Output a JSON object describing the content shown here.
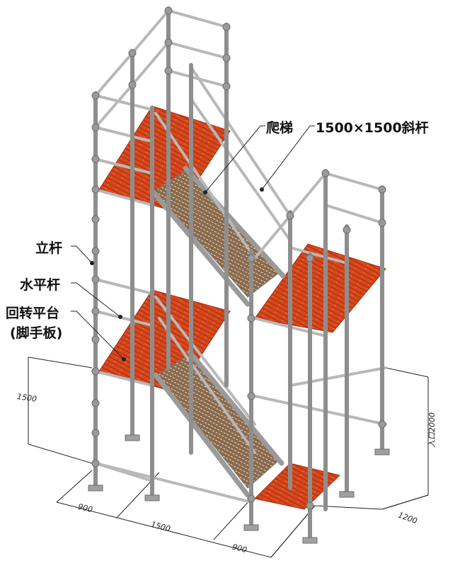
{
  "callouts": {
    "ladder": "爬梯",
    "diagonal_brace": "1500×1500斜杆",
    "standard": "立杆",
    "ledger": "水平杆",
    "landing_line1": "回转平台",
    "landing_line2": "(脚手板)"
  },
  "dimensions": {
    "height_left": "1500",
    "entrance_height": "入口2000",
    "base_width_1": "900",
    "base_width_2": "1500",
    "base_width_3": "900",
    "depth": "1200"
  },
  "colors": {
    "tube": "#8e8e8e",
    "tube_light": "#c4c4c4",
    "plank": "#d9471c",
    "plank_dark": "#a33211",
    "step": "#8a6a4c",
    "stringer": "#9a9a9a",
    "dim_line": "#222222"
  }
}
